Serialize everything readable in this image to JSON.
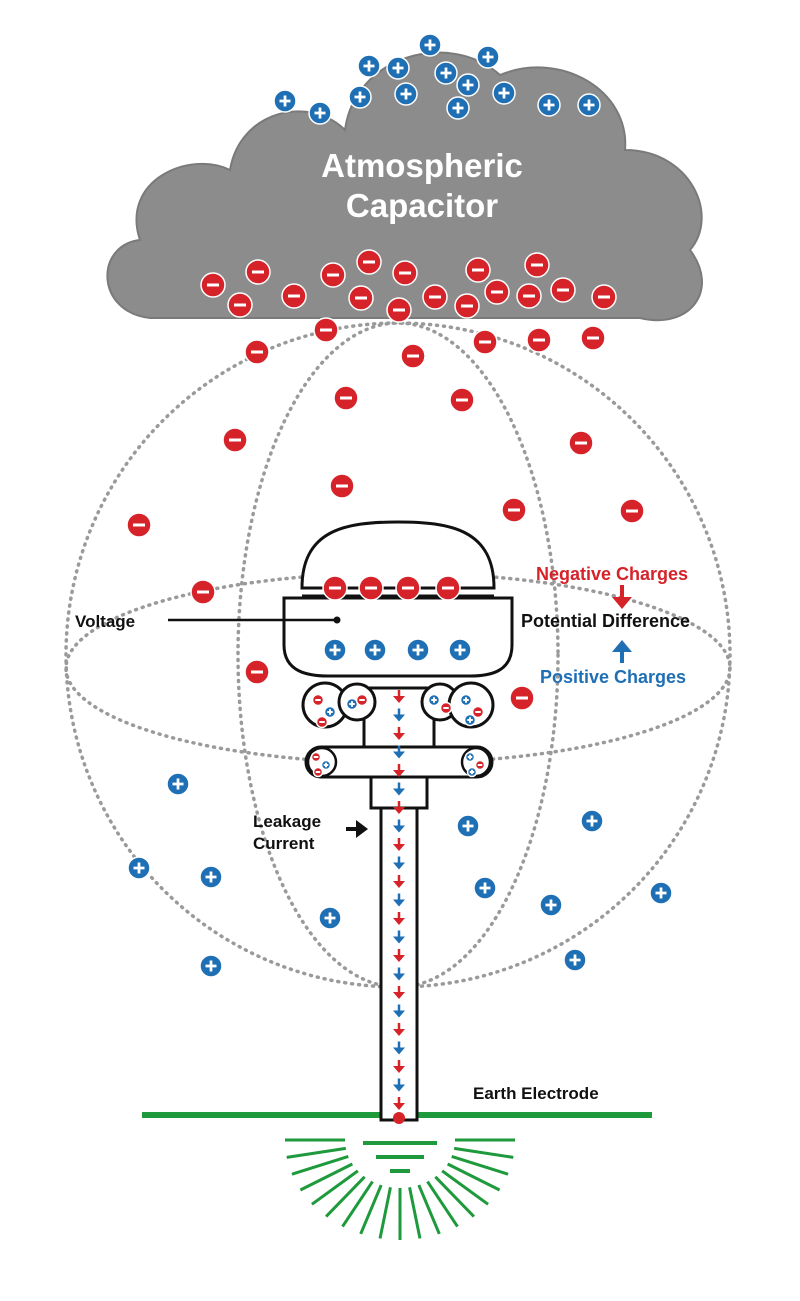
{
  "labels": {
    "cloud_line1": "Atmospheric",
    "cloud_line2": "Capacitor",
    "voltage": "Voltage",
    "negative_charges": "Negative Charges",
    "potential_difference": "Potential Difference",
    "positive_charges": "Positive Charges",
    "leakage_line1": "Leakage",
    "leakage_line2": "Current",
    "earth_electrode": "Earth Electrode"
  },
  "symbols": {
    "negative": "−",
    "positive": "+"
  },
  "colors": {
    "cloud": "#8c8c8c",
    "negative_charge": "#d6232a",
    "positive_charge": "#1f6fb5",
    "earth": "#1e9a3c",
    "sphere_dots": "#9a9a9a"
  }
}
